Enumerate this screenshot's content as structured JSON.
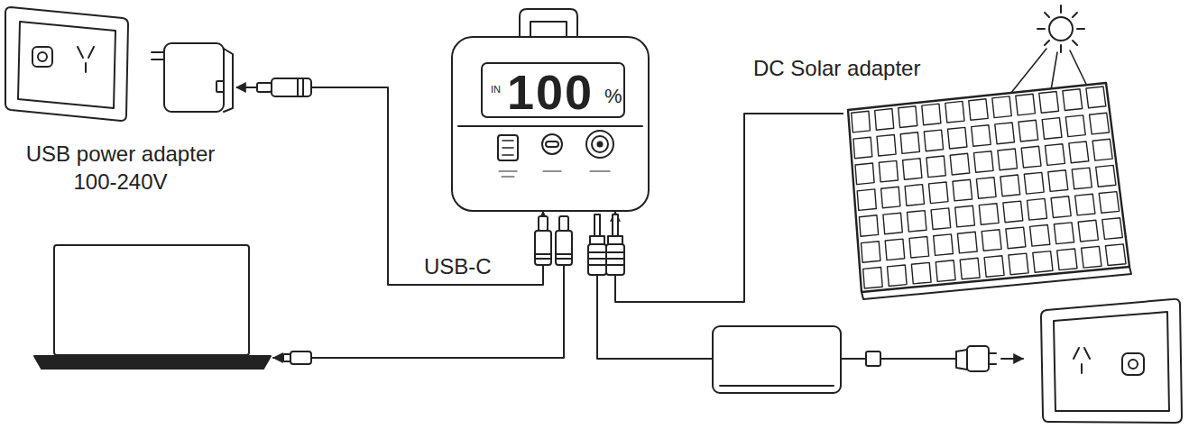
{
  "diagram": {
    "nodes": [
      {
        "text": [
          "IN",
          "100",
          "%"
        ]
      },
      {
        "text": [
          "USB power adapter 100-240V"
        ]
      },
      {
        "text": [
          "DC Solar adapter"
        ]
      }
    ],
    "edges": [
      {
        "from": 1,
        "to": 0,
        "arrow": "both"
      },
      {
        "from": 2,
        "to": 0,
        "arrow": "to"
      }
    ],
    "labels": [
      "USB-C"
    ]
  }
}
